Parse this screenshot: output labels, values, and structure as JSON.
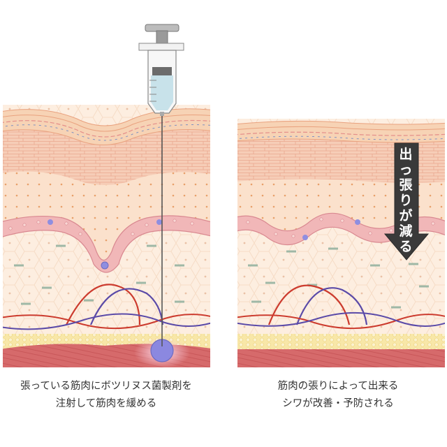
{
  "left_caption": {
    "line1": "張っている筋肉にボツリヌス菌製剤を",
    "line2": "注射して筋肉を緩める"
  },
  "right_caption": {
    "line1": "筋肉の張りによって出来る",
    "line2": "シワが改善・予防される"
  },
  "arrow_label": [
    "出",
    "っ",
    "張",
    "り",
    "が",
    "減",
    "る"
  ],
  "colors": {
    "epidermis": "#f7d9bf",
    "dermis": "#fbe7d4",
    "fat": "#f6e4a0",
    "muscle": "#d8676a",
    "nerve_red": "#cc3b2e",
    "nerve_blue": "#5a4aa8",
    "injection_spot": "#8b88e0",
    "arrow": "#3a3a3a"
  },
  "icons": [
    "syringe-icon",
    "down-arrow-icon"
  ]
}
